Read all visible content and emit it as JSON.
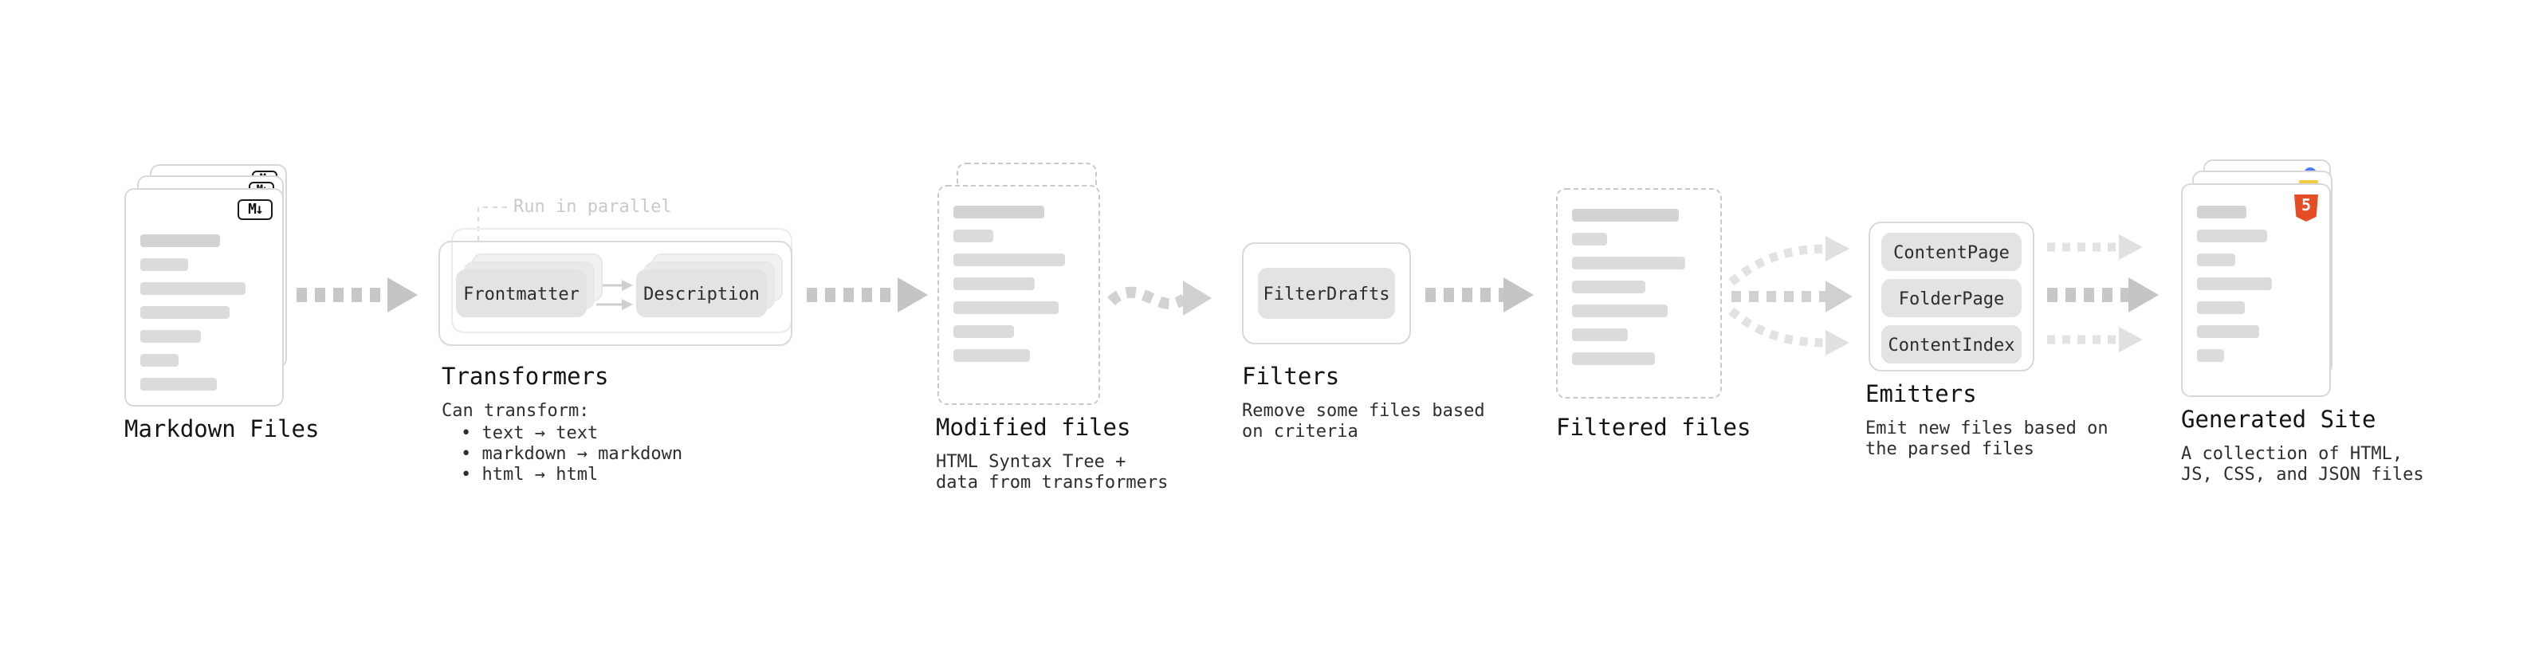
{
  "pipeline": {
    "markdown_files": {
      "label": "Markdown Files",
      "icon": "M↓"
    },
    "transformers": {
      "label": "Transformers",
      "annotation": "Run in parallel",
      "nodes": [
        "Frontmatter",
        "Description"
      ],
      "desc_title": "Can transform:",
      "bullets": [
        "• text → text",
        "• markdown → markdown",
        "• html → html"
      ]
    },
    "modified_files": {
      "label": "Modified files",
      "desc": [
        "HTML Syntax Tree +",
        "data from transformers"
      ]
    },
    "filters": {
      "label": "Filters",
      "nodes": [
        "FilterDrafts"
      ],
      "desc": [
        "Remove some files based",
        "on criteria"
      ]
    },
    "filtered_files": {
      "label": "Filtered files"
    },
    "emitters": {
      "label": "Emitters",
      "nodes": [
        "ContentPage",
        "FolderPage",
        "ContentIndex"
      ],
      "desc": [
        "Emit new files based on",
        "the parsed files"
      ]
    },
    "generated_site": {
      "label": "Generated Site",
      "icon": "5",
      "desc": [
        "A collection of HTML,",
        "JS, CSS, and JSON files"
      ]
    }
  },
  "colors": {
    "arrow": "#c7c7c7",
    "arrow_light": "#e2e2e2",
    "node_fill": "#e3e3e3",
    "doc_border": "#d8d8d8",
    "dashed_border": "#c9c9c9",
    "html5_orange": "#e44d26",
    "js_yellow": "#f0c93c",
    "css_blue": "#4a7bf7"
  }
}
